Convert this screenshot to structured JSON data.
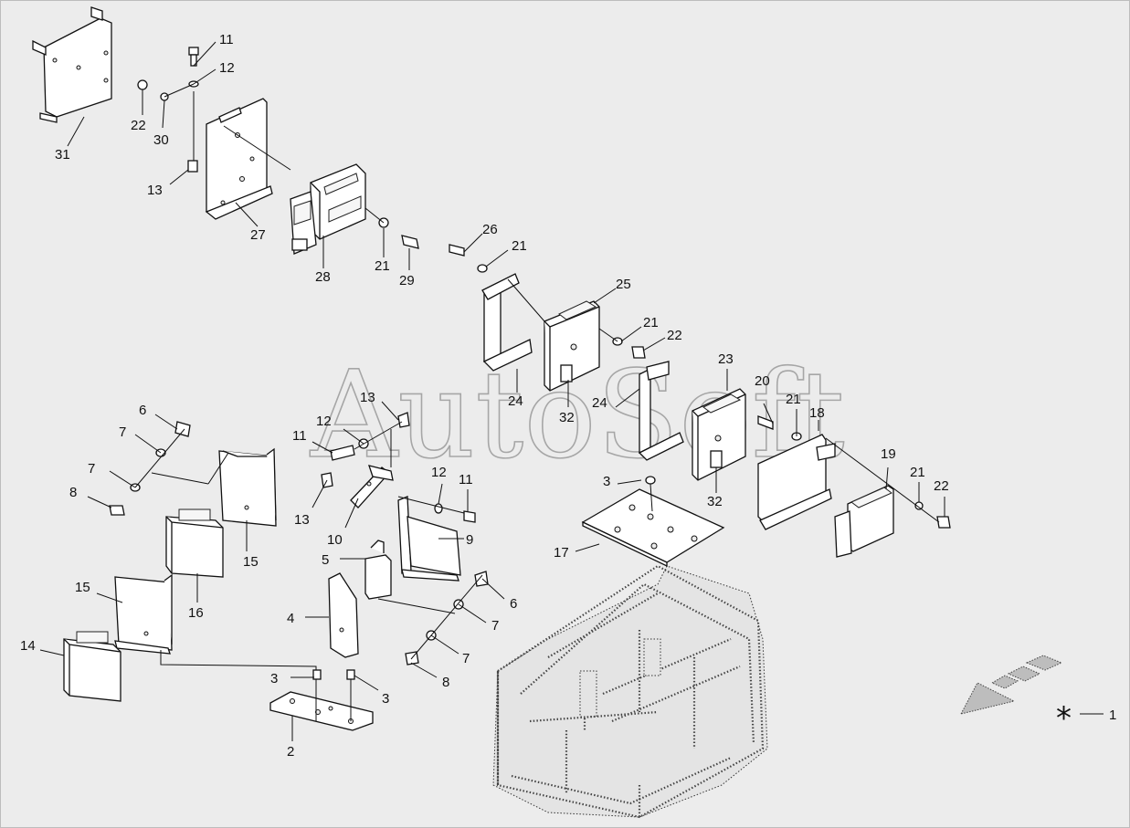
{
  "watermark": "AutoSoft",
  "legend": {
    "symbol": "*",
    "label": "1"
  },
  "callouts": [
    {
      "id": "c11a",
      "text": "11"
    },
    {
      "id": "c12a",
      "text": "12"
    },
    {
      "id": "c22a",
      "text": "22"
    },
    {
      "id": "c30",
      "text": "30"
    },
    {
      "id": "c31",
      "text": "31"
    },
    {
      "id": "c13a",
      "text": "13"
    },
    {
      "id": "c27",
      "text": "27"
    },
    {
      "id": "c28",
      "text": "28"
    },
    {
      "id": "c21a",
      "text": "21"
    },
    {
      "id": "c29",
      "text": "29"
    },
    {
      "id": "c26",
      "text": "26"
    },
    {
      "id": "c21b",
      "text": "21"
    },
    {
      "id": "c25",
      "text": "25"
    },
    {
      "id": "c21c",
      "text": "21"
    },
    {
      "id": "c22b",
      "text": "22"
    },
    {
      "id": "c24a",
      "text": "24"
    },
    {
      "id": "c32a",
      "text": "32"
    },
    {
      "id": "c23",
      "text": "23"
    },
    {
      "id": "c20",
      "text": "20"
    },
    {
      "id": "c21d",
      "text": "21"
    },
    {
      "id": "c18",
      "text": "18"
    },
    {
      "id": "c24b",
      "text": "24"
    },
    {
      "id": "c32b",
      "text": "32"
    },
    {
      "id": "c19",
      "text": "19"
    },
    {
      "id": "c21e",
      "text": "21"
    },
    {
      "id": "c22c",
      "text": "22"
    },
    {
      "id": "c3a",
      "text": "3"
    },
    {
      "id": "c17",
      "text": "17"
    },
    {
      "id": "c6a",
      "text": "6"
    },
    {
      "id": "c7a",
      "text": "7"
    },
    {
      "id": "c7b",
      "text": "7"
    },
    {
      "id": "c8a",
      "text": "8"
    },
    {
      "id": "c13b",
      "text": "13"
    },
    {
      "id": "c12b",
      "text": "12"
    },
    {
      "id": "c11b",
      "text": "11"
    },
    {
      "id": "c13c",
      "text": "13"
    },
    {
      "id": "c10",
      "text": "10"
    },
    {
      "id": "c12c",
      "text": "12"
    },
    {
      "id": "c11c",
      "text": "11"
    },
    {
      "id": "c9",
      "text": "9"
    },
    {
      "id": "c15a",
      "text": "15"
    },
    {
      "id": "c16",
      "text": "16"
    },
    {
      "id": "c5",
      "text": "5"
    },
    {
      "id": "c15b",
      "text": "15"
    },
    {
      "id": "c14",
      "text": "14"
    },
    {
      "id": "c4",
      "text": "4"
    },
    {
      "id": "c6b",
      "text": "6"
    },
    {
      "id": "c7c",
      "text": "7"
    },
    {
      "id": "c7d",
      "text": "7"
    },
    {
      "id": "c8b",
      "text": "8"
    },
    {
      "id": "c3b",
      "text": "3"
    },
    {
      "id": "c3c",
      "text": "3"
    },
    {
      "id": "c2",
      "text": "2"
    }
  ]
}
